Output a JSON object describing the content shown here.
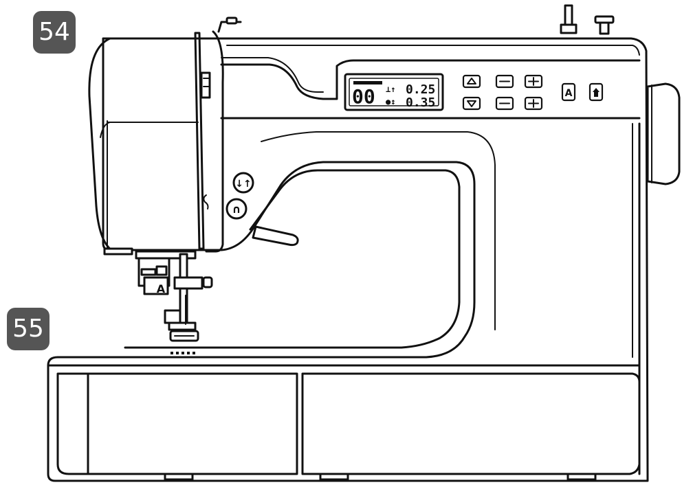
{
  "callouts": [
    {
      "id": "54",
      "label": "54"
    },
    {
      "id": "55",
      "label": "55"
    }
  ],
  "lcd": {
    "pattern_number": "00",
    "stitch_width": "0.25",
    "stitch_length": "0.35"
  },
  "presser_foot": {
    "foot_mark": "A"
  },
  "panel_keys": {
    "a_key": "A"
  },
  "colors": {
    "callout_bg": "#555555",
    "line": "#111111"
  }
}
